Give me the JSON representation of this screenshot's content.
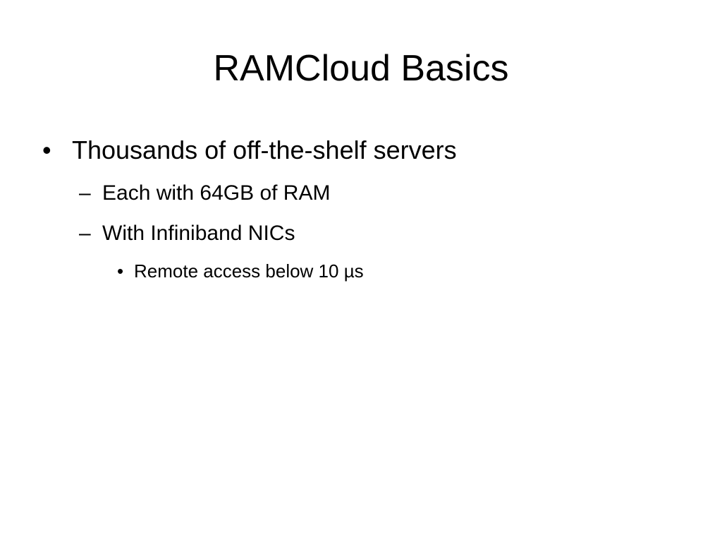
{
  "slide": {
    "title": "RAMCloud Basics",
    "bullets": {
      "level1_marker": "•",
      "level2_marker": "–",
      "level3_marker": "•",
      "item1": "Thousands of off-the-shelf servers",
      "item1_sub1": "Each with 64GB of RAM",
      "item1_sub2": "With Infiniband NICs",
      "item1_sub2_sub1": "Remote access below 10 µs"
    }
  }
}
